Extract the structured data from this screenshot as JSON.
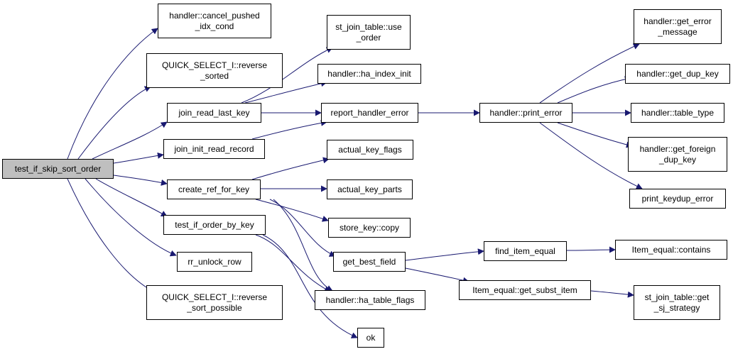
{
  "colors": {
    "edge": "#191970",
    "root_fill": "#bfbfbf",
    "node_fill": "#ffffff",
    "border": "#000000"
  },
  "nodes": [
    {
      "id": "root",
      "label": "test_if_skip_sort_order",
      "root": true
    },
    {
      "id": "cancel",
      "label": "handler::cancel_pushed\n_idx_cond"
    },
    {
      "id": "qsrev",
      "label": "QUICK_SELECT_I::reverse\n_sorted"
    },
    {
      "id": "jrlk",
      "label": "join_read_last_key"
    },
    {
      "id": "jirr",
      "label": "join_init_read_record"
    },
    {
      "id": "crfk",
      "label": "create_ref_for_key"
    },
    {
      "id": "tiobk",
      "label": "test_if_order_by_key"
    },
    {
      "id": "rrul",
      "label": "rr_unlock_row"
    },
    {
      "id": "qsrsp",
      "label": "QUICK_SELECT_I::reverse\n_sort_possible"
    },
    {
      "id": "sjtuo",
      "label": "st_join_table::use\n_order"
    },
    {
      "id": "haii",
      "label": "handler::ha_index_init"
    },
    {
      "id": "rhe",
      "label": "report_handler_error"
    },
    {
      "id": "akf",
      "label": "actual_key_flags"
    },
    {
      "id": "akp",
      "label": "actual_key_parts"
    },
    {
      "id": "skc",
      "label": "store_key::copy"
    },
    {
      "id": "gbf",
      "label": "get_best_field"
    },
    {
      "id": "htf",
      "label": "handler::ha_table_flags"
    },
    {
      "id": "ok",
      "label": "ok"
    },
    {
      "id": "hpe",
      "label": "handler::print_error"
    },
    {
      "id": "fie",
      "label": "find_item_equal"
    },
    {
      "id": "iegsi",
      "label": "Item_equal::get_subst_item"
    },
    {
      "id": "hgem",
      "label": "handler::get_error\n_message"
    },
    {
      "id": "hgdk",
      "label": "handler::get_dup_key"
    },
    {
      "id": "htt",
      "label": "handler::table_type"
    },
    {
      "id": "hgfdk",
      "label": "handler::get_foreign\n_dup_key"
    },
    {
      "id": "pkde",
      "label": "print_keydup_error"
    },
    {
      "id": "iec",
      "label": "Item_equal::contains"
    },
    {
      "id": "sjtgss",
      "label": "st_join_table::get\n_sj_strategy"
    }
  ],
  "edges": [
    {
      "from": "root",
      "to": "cancel"
    },
    {
      "from": "root",
      "to": "qsrev"
    },
    {
      "from": "root",
      "to": "jrlk"
    },
    {
      "from": "root",
      "to": "jirr"
    },
    {
      "from": "root",
      "to": "crfk"
    },
    {
      "from": "root",
      "to": "tiobk"
    },
    {
      "from": "root",
      "to": "rrul"
    },
    {
      "from": "root",
      "to": "qsrsp"
    },
    {
      "from": "jrlk",
      "to": "sjtuo"
    },
    {
      "from": "jrlk",
      "to": "haii"
    },
    {
      "from": "jrlk",
      "to": "rhe"
    },
    {
      "from": "jirr",
      "to": "rhe"
    },
    {
      "from": "crfk",
      "to": "akf"
    },
    {
      "from": "crfk",
      "to": "akp"
    },
    {
      "from": "crfk",
      "to": "skc"
    },
    {
      "from": "crfk",
      "to": "gbf"
    },
    {
      "from": "crfk",
      "to": "htf"
    },
    {
      "from": "tiobk",
      "to": "htf"
    },
    {
      "from": "tiobk",
      "to": "ok"
    },
    {
      "from": "rhe",
      "to": "hpe"
    },
    {
      "from": "gbf",
      "to": "fie"
    },
    {
      "from": "gbf",
      "to": "iegsi"
    },
    {
      "from": "hpe",
      "to": "hgem"
    },
    {
      "from": "hpe",
      "to": "hgdk"
    },
    {
      "from": "hpe",
      "to": "htt"
    },
    {
      "from": "hpe",
      "to": "hgfdk"
    },
    {
      "from": "hpe",
      "to": "pkde"
    },
    {
      "from": "fie",
      "to": "iec"
    },
    {
      "from": "iegsi",
      "to": "sjtgss"
    }
  ]
}
